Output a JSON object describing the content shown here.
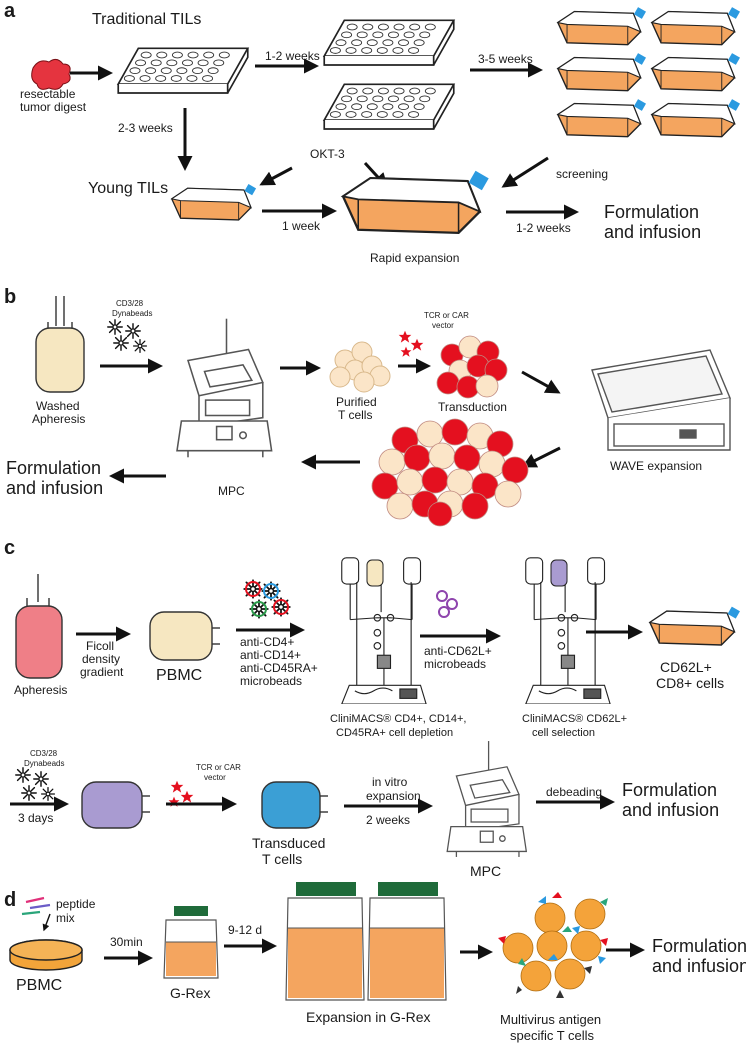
{
  "colors": {
    "flask_orange": "#f4a55f",
    "flask_cap_blue": "#2b9ae0",
    "bag_cream": "#f6e7c1",
    "bag_pink": "#ef7f87",
    "bag_purple": "#a99bd1",
    "bag_blue": "#3b9fd5",
    "tumor_red": "#e5343f",
    "cell_red": "#e4101f",
    "cell_cream": "#fbe5c8",
    "grex_green": "#1f6b3a",
    "dish_orange": "#f2a43a"
  },
  "panel_a": {
    "letter": "a",
    "title": "Traditional TILs",
    "source_line1": "resectable",
    "source_line2": "tumor digest",
    "arrow_1_2_weeks": "1-2 weeks",
    "arrow_3_5_weeks": "3-5 weeks",
    "arrow_2_3_weeks": "2-3 weeks",
    "young_tils": "Young TILs",
    "okt3": "OKT-3",
    "arrow_1_week": "1 week",
    "rapid_expansion": "Rapid expansion",
    "screening": "screening",
    "arrow_1_2_weeks_final": "1-2 weeks",
    "outcome_line1": "Formulation",
    "outcome_line2": "and infusion"
  },
  "panel_b": {
    "letter": "b",
    "dynabeads_line1": "CD3/28",
    "dynabeads_line2": "Dynabeads",
    "apheresis_line1": "Washed",
    "apheresis_line2": "Apheresis",
    "purified_line1": "Purified",
    "purified_line2": "T cells",
    "vector_line1": "TCR or CAR",
    "vector_line2": "vector",
    "transduction": "Transduction",
    "wave": "WAVE expansion",
    "mpc": "MPC",
    "outcome_line1": "Formulation",
    "outcome_line2": "and infusion"
  },
  "panel_c": {
    "letter": "c",
    "apheresis": "Apheresis",
    "ficoll_line1": "Ficoll",
    "ficoll_line2": "density",
    "ficoll_line3": "gradient",
    "pbmc": "PBMC",
    "anti_line1": "anti-CD4+",
    "anti_line2": "anti-CD14+",
    "anti_line3": "anti-CD45RA+",
    "anti_line4": "microbeads",
    "depletion_line1": "CliniMACS® CD4+, CD14+,",
    "depletion_line2": "CD45RA+ cell depletion",
    "cd62l_microbeads_line1": "anti-CD62L+",
    "cd62l_microbeads_line2": "microbeads",
    "selection": "CliniMACS® CD62L+",
    "selection_line2": "cell selection",
    "result_line1": "CD62L+",
    "result_line2": "CD8+ cells",
    "dynabeads_line1": "CD3/28",
    "dynabeads_line2": "Dynabeads",
    "three_days": "3 days",
    "vector_line1": "TCR or CAR",
    "vector_line2": "vector",
    "transduced_line1": "Transduced",
    "transduced_line2": "T cells",
    "in_vitro_line1": "in vitro",
    "in_vitro_line2": "expansion",
    "two_weeks": "2 weeks",
    "mpc": "MPC",
    "debeading": "debeading",
    "outcome_line1": "Formulation",
    "outcome_line2": "and infusion"
  },
  "panel_d": {
    "letter": "d",
    "peptide_line1": "peptide",
    "peptide_line2": "mix",
    "pbmc": "PBMC",
    "thirty_min": "30min",
    "grex": "G-Rex",
    "days": "9-12 d",
    "expansion": "Expansion in G-Rex",
    "multivirus_line1": "Multivirus antigen",
    "multivirus_line2": "specific T cells",
    "outcome_line1": "Formulation",
    "outcome_line2": "and infusion"
  }
}
